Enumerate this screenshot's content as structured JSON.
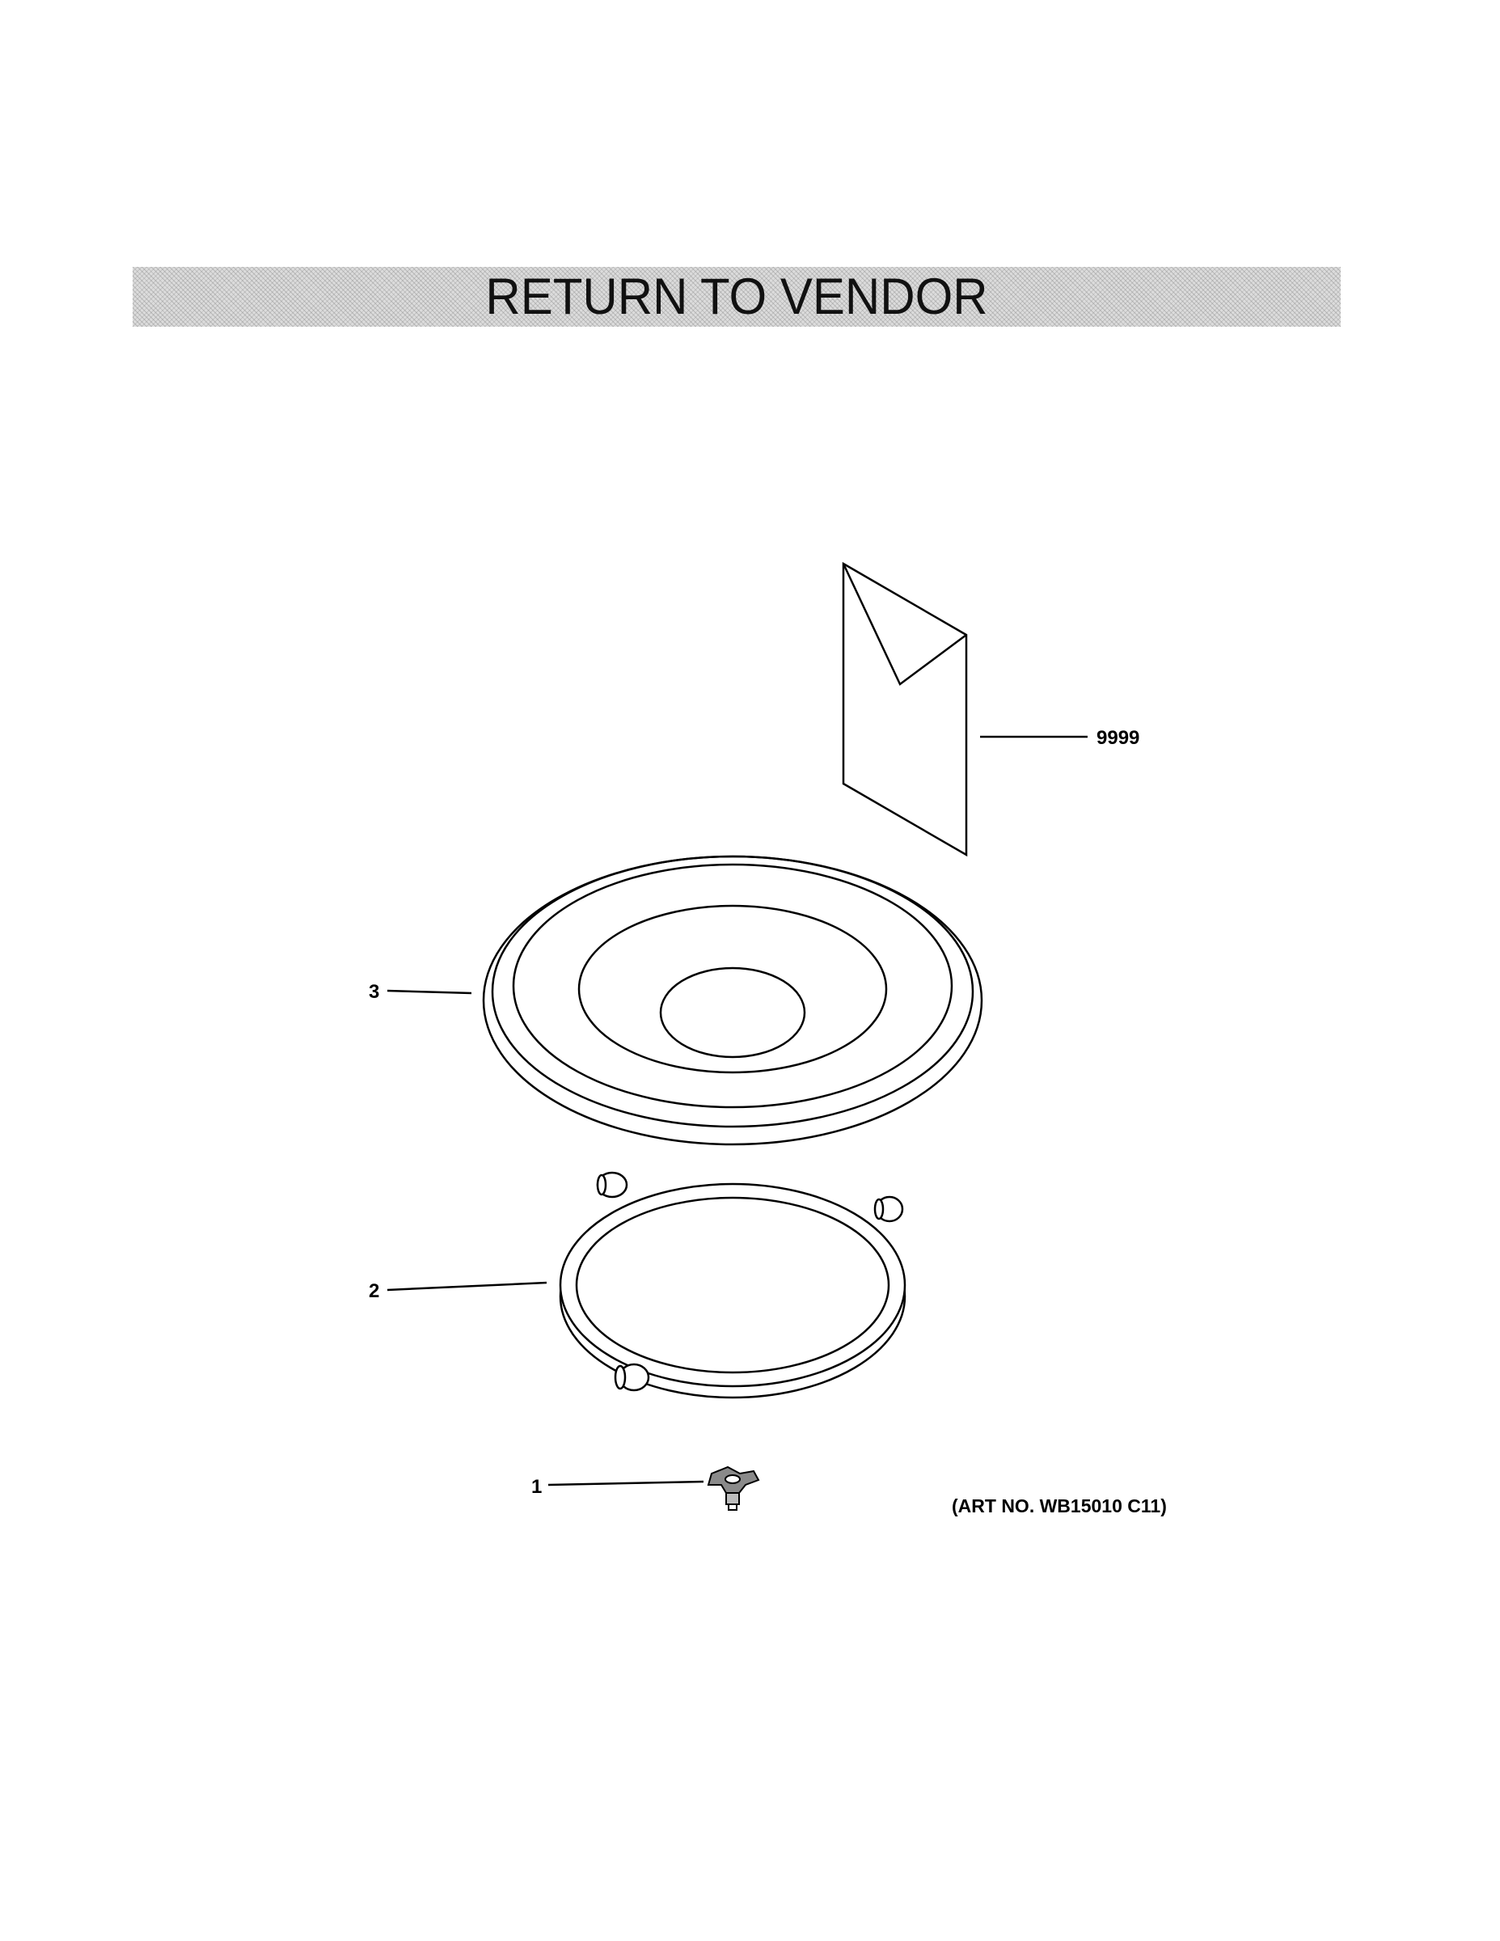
{
  "header": {
    "title": "RETURN TO VENDOR"
  },
  "callouts": {
    "item_9999": "9999",
    "item_3": "3",
    "item_2": "2",
    "item_1": "1"
  },
  "art_number": "(ART NO. WB15010 C11)",
  "parts": [
    {
      "id": "9999",
      "icon": "envelope-icon"
    },
    {
      "id": "3",
      "icon": "turntable-tray-icon"
    },
    {
      "id": "2",
      "icon": "roller-ring-icon"
    },
    {
      "id": "1",
      "icon": "coupler-icon"
    }
  ]
}
